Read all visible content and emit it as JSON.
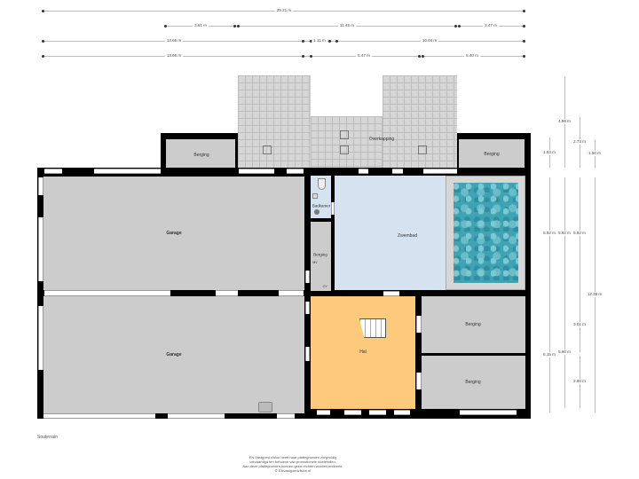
{
  "floor_name": "Souterrain",
  "disclaimer": {
    "line1": "EN Vastgoed vision heeft haar plattegronden zorgvuldig",
    "line2": "vervaardigd ten behoeve van promotionele doeleinden.",
    "line3": "Aan deze plattegronden kunnen geen rechten worden ontleend.",
    "line4": "© ENvastgoedvision.nl"
  },
  "dimensions": {
    "top": {
      "row1": [
        "25.21 m"
      ],
      "row2": [
        "3.61 m",
        "11.45 m",
        "3.47 m"
      ],
      "row3": [
        "13.66 m",
        "1.11 m",
        "10.04 m"
      ],
      "row4": [
        "13.66 m",
        "5.47 m",
        "5.40 m"
      ]
    },
    "right": {
      "col1": [
        "1.63 m",
        "5.92 m",
        "6.15 m"
      ],
      "col2": [
        "4.86 m",
        "5.92 m",
        "5.90 m"
      ],
      "col3": [
        "2.73 m",
        "5.92 m",
        "3.01 m",
        "2.80 m"
      ],
      "col4": [
        "1.50 m",
        "12.38 m"
      ]
    }
  },
  "rooms": {
    "overkapping": "Overkapping",
    "berging_top_left": "Berging",
    "berging_top_right": "Berging",
    "garage_top": "Garage",
    "garage_bottom": "Garage",
    "badkamer": "Badkamer",
    "berging_small": "Berging",
    "berging_small_note": "MV",
    "cv_label": "CV",
    "zwembad": "Zwembad",
    "hal": "Hal",
    "berging_right_top": "Berging",
    "berging_right_bottom": "Berging"
  },
  "colors": {
    "room_grey": "#cccccc",
    "hal": "#fdc97a",
    "zwembad": "#d5e2f0",
    "pool_water": "#3fa3b3",
    "wall": "#000000"
  }
}
